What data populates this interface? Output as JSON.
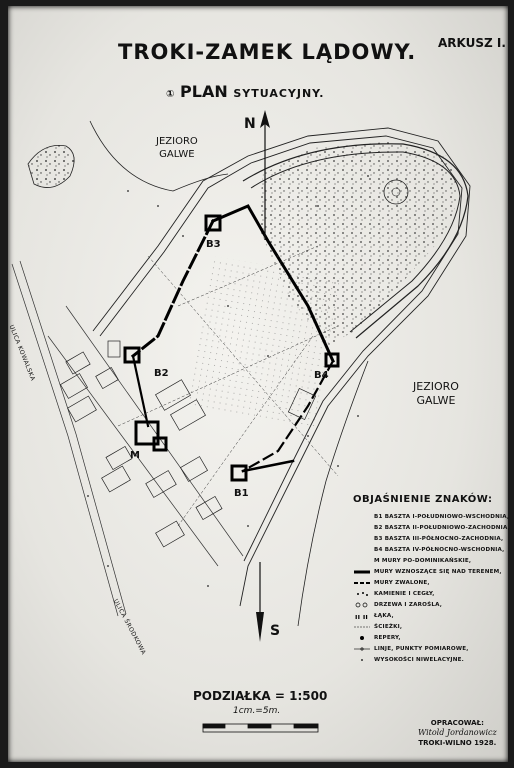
{
  "title": "TROKI-ZAMEK LĄDOWY.",
  "sheet_number": "ARKUSZ I.",
  "plan_number": "①",
  "plan_title": "PLAN",
  "plan_subtitle": "SYTUACYJNY.",
  "lakes": {
    "northwest": [
      "JEZIORO",
      "GALWE"
    ],
    "east": [
      "JEZIORO",
      "GALWE"
    ]
  },
  "compass": {
    "north": "N",
    "south": "S"
  },
  "features": {
    "b1": "B1",
    "b2": "B2",
    "b3": "B3",
    "b4": "B4",
    "m": "M"
  },
  "streets": [
    "ULICA KOWALSKA",
    "ULICA ŚRODKOWA"
  ],
  "legend": {
    "title": "OBJAŚNIENIE ZNAKÓW:",
    "items": [
      "B1 BASZTA I-POŁUDNIOWO-WSCHODNIA,",
      "B2 BASZTA II-POŁUDNIOWO-ZACHODNIA,",
      "B3 BASZTA III-PÓŁNOCNO-ZACHODNIA,",
      "B4 BASZTA IV-PÓŁNOCNO-WSCHODNIA,",
      "M MURY PO-DOMINIKAŃSKIE,",
      "MURY WZNOSZĄCE SIĘ NAD TERENEM,",
      "MURY ZWALONE,",
      "KAMIENIE I CEGŁY,",
      "DRZEWA I ZAROŚLA,",
      "ŁĄKA,",
      "ŚCIEŻKI,",
      "REPERY,",
      "LINJE, PUNKTY POMIAROWE,",
      "WYSOKOŚCI NIWELACYJNE."
    ]
  },
  "scale": {
    "label": "PODZIAŁKA = 1:500",
    "unit": "1cm.=5m."
  },
  "credit": {
    "line1": "OPRACOWAŁ:",
    "signature": "Witold Jordanowicz",
    "line2": "TROKI-WILNO 1928."
  }
}
